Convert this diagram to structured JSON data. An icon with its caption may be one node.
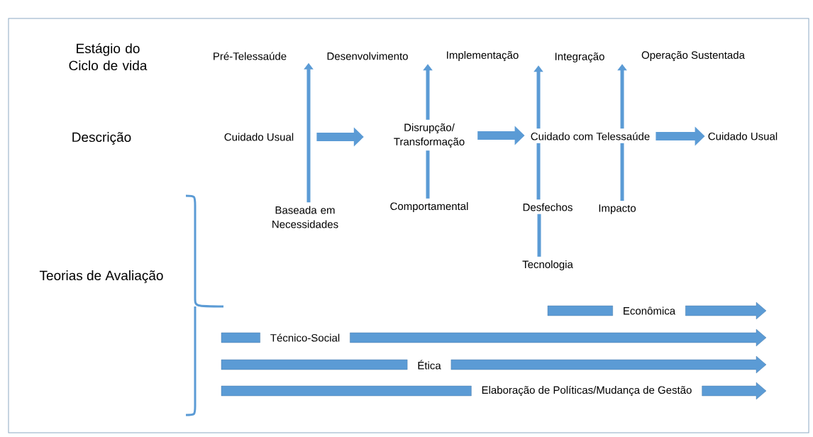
{
  "diagram": {
    "nodes": [
      {
        "text": [
          "Pré-Telessaúde"
        ]
      },
      {
        "text": [
          "Desenvolvimento"
        ]
      },
      {
        "text": [
          "Implementação"
        ]
      },
      {
        "text": [
          "Integração"
        ]
      },
      {
        "text": [
          "Operação Sustentada"
        ]
      },
      {
        "text": [
          "Cuidado Usual"
        ]
      },
      {
        "text": [
          "Disrupção/ Transformação"
        ]
      },
      {
        "text": [
          "Cuidado com Telessaúde"
        ]
      },
      {
        "text": [
          "Cuidado Usual"
        ]
      },
      {
        "text": [
          "Baseada em Necessidades"
        ]
      },
      {
        "text": [
          "Comportamental"
        ]
      },
      {
        "text": [
          "Desfechos"
        ]
      },
      {
        "text": [
          "Tecnologia"
        ]
      },
      {
        "text": [
          "Impacto"
        ]
      },
      {
        "text": [
          "Econômica"
        ]
      },
      {
        "text": [
          "Técnico-Social"
        ]
      },
      {
        "text": [
          "Ética"
        ]
      },
      {
        "text": [
          "Elaboração de Políticas/Mudança de Gestão"
        ]
      }
    ],
    "edges": [
      {
        "from": 9,
        "to": 1,
        "arrow": "to"
      },
      {
        "from": 10,
        "to": 6,
        "arrow": "none"
      },
      {
        "from": 6,
        "to": 2,
        "arrow": "to"
      },
      {
        "from": 11,
        "to": 7,
        "arrow": "none"
      },
      {
        "from": 7,
        "to": 3,
        "arrow": "to"
      },
      {
        "from": 12,
        "to": 11,
        "arrow": "none"
      },
      {
        "from": 13,
        "to": 7,
        "arrow": "none"
      },
      {
        "from": 7,
        "to": 4,
        "arrow": "to"
      },
      {
        "from": 5,
        "to": 6,
        "arrow": "to",
        "style": "thick"
      },
      {
        "from": 6,
        "to": 7,
        "arrow": "to",
        "style": "thick"
      },
      {
        "from": 7,
        "to": 8,
        "arrow": "to",
        "style": "thick"
      }
    ],
    "labels": [
      "Estágio do Ciclo de vida",
      "Descrição",
      "Teorias de Avaliação"
    ]
  }
}
